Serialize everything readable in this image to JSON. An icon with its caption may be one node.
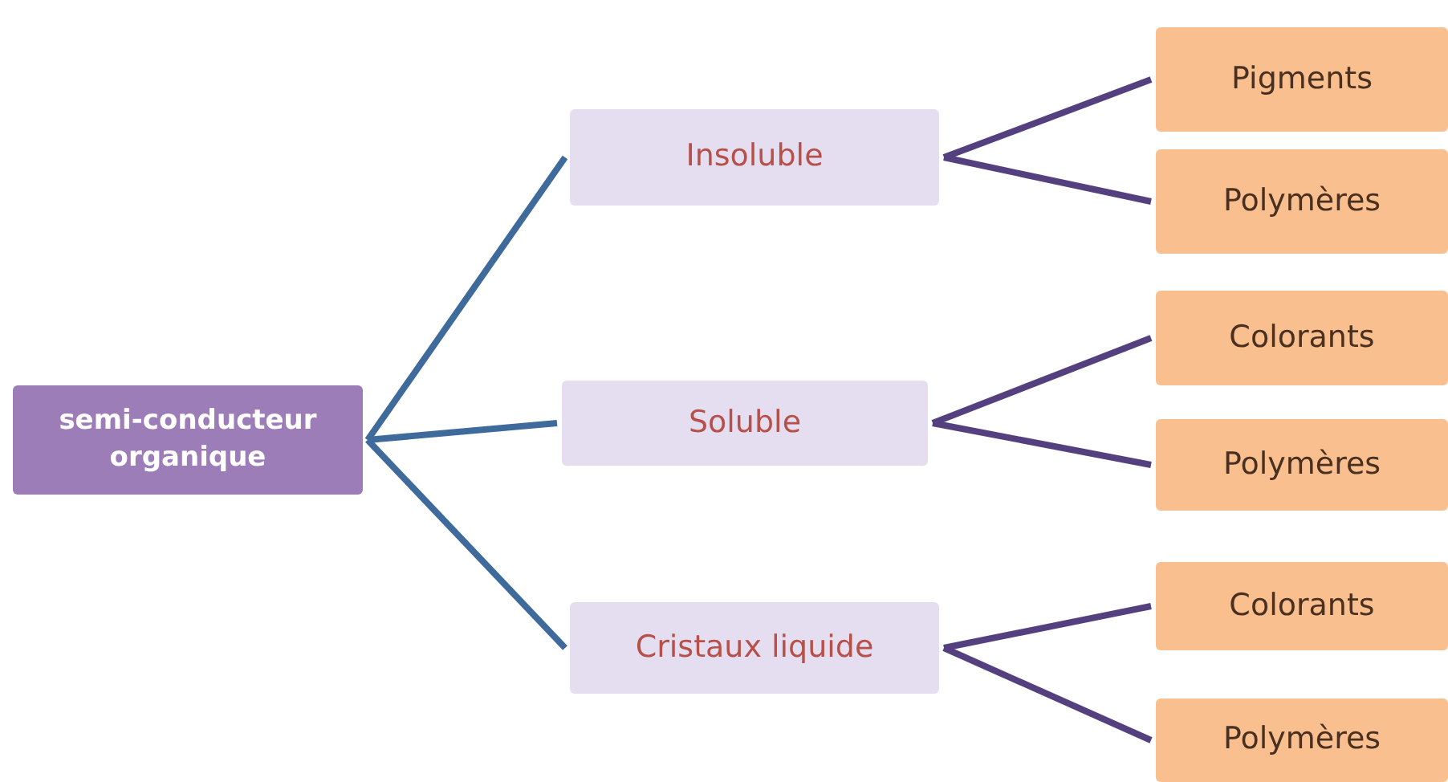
{
  "diagram": {
    "nodes": [
      {
        "text": [
          "semi-conducteur organique"
        ]
      },
      {
        "text": [
          "Insoluble"
        ]
      },
      {
        "text": [
          "Pigments"
        ]
      },
      {
        "text": [
          "Polymères"
        ]
      },
      {
        "text": [
          "Soluble"
        ]
      },
      {
        "text": [
          "Colorants"
        ]
      },
      {
        "text": [
          "Polymères"
        ]
      },
      {
        "text": [
          "Cristaux liquide"
        ]
      },
      {
        "text": [
          "Colorants"
        ]
      },
      {
        "text": [
          "Polymères"
        ]
      }
    ],
    "edges": [
      {
        "from": 0,
        "to": 1,
        "arrow": "none",
        "color": "#3f6b9c"
      },
      {
        "from": 0,
        "to": 4,
        "arrow": "none",
        "color": "#3f6b9c"
      },
      {
        "from": 0,
        "to": 7,
        "arrow": "none",
        "color": "#3f6b9c"
      },
      {
        "from": 1,
        "to": 2,
        "arrow": "none"
      },
      {
        "from": 1,
        "to": 3,
        "arrow": "none"
      },
      {
        "from": 4,
        "to": 5,
        "arrow": "none"
      },
      {
        "from": 4,
        "to": 6,
        "arrow": "none"
      },
      {
        "from": 7,
        "to": 8,
        "arrow": "none"
      },
      {
        "from": 7,
        "to": 9,
        "arrow": "none"
      }
    ]
  }
}
